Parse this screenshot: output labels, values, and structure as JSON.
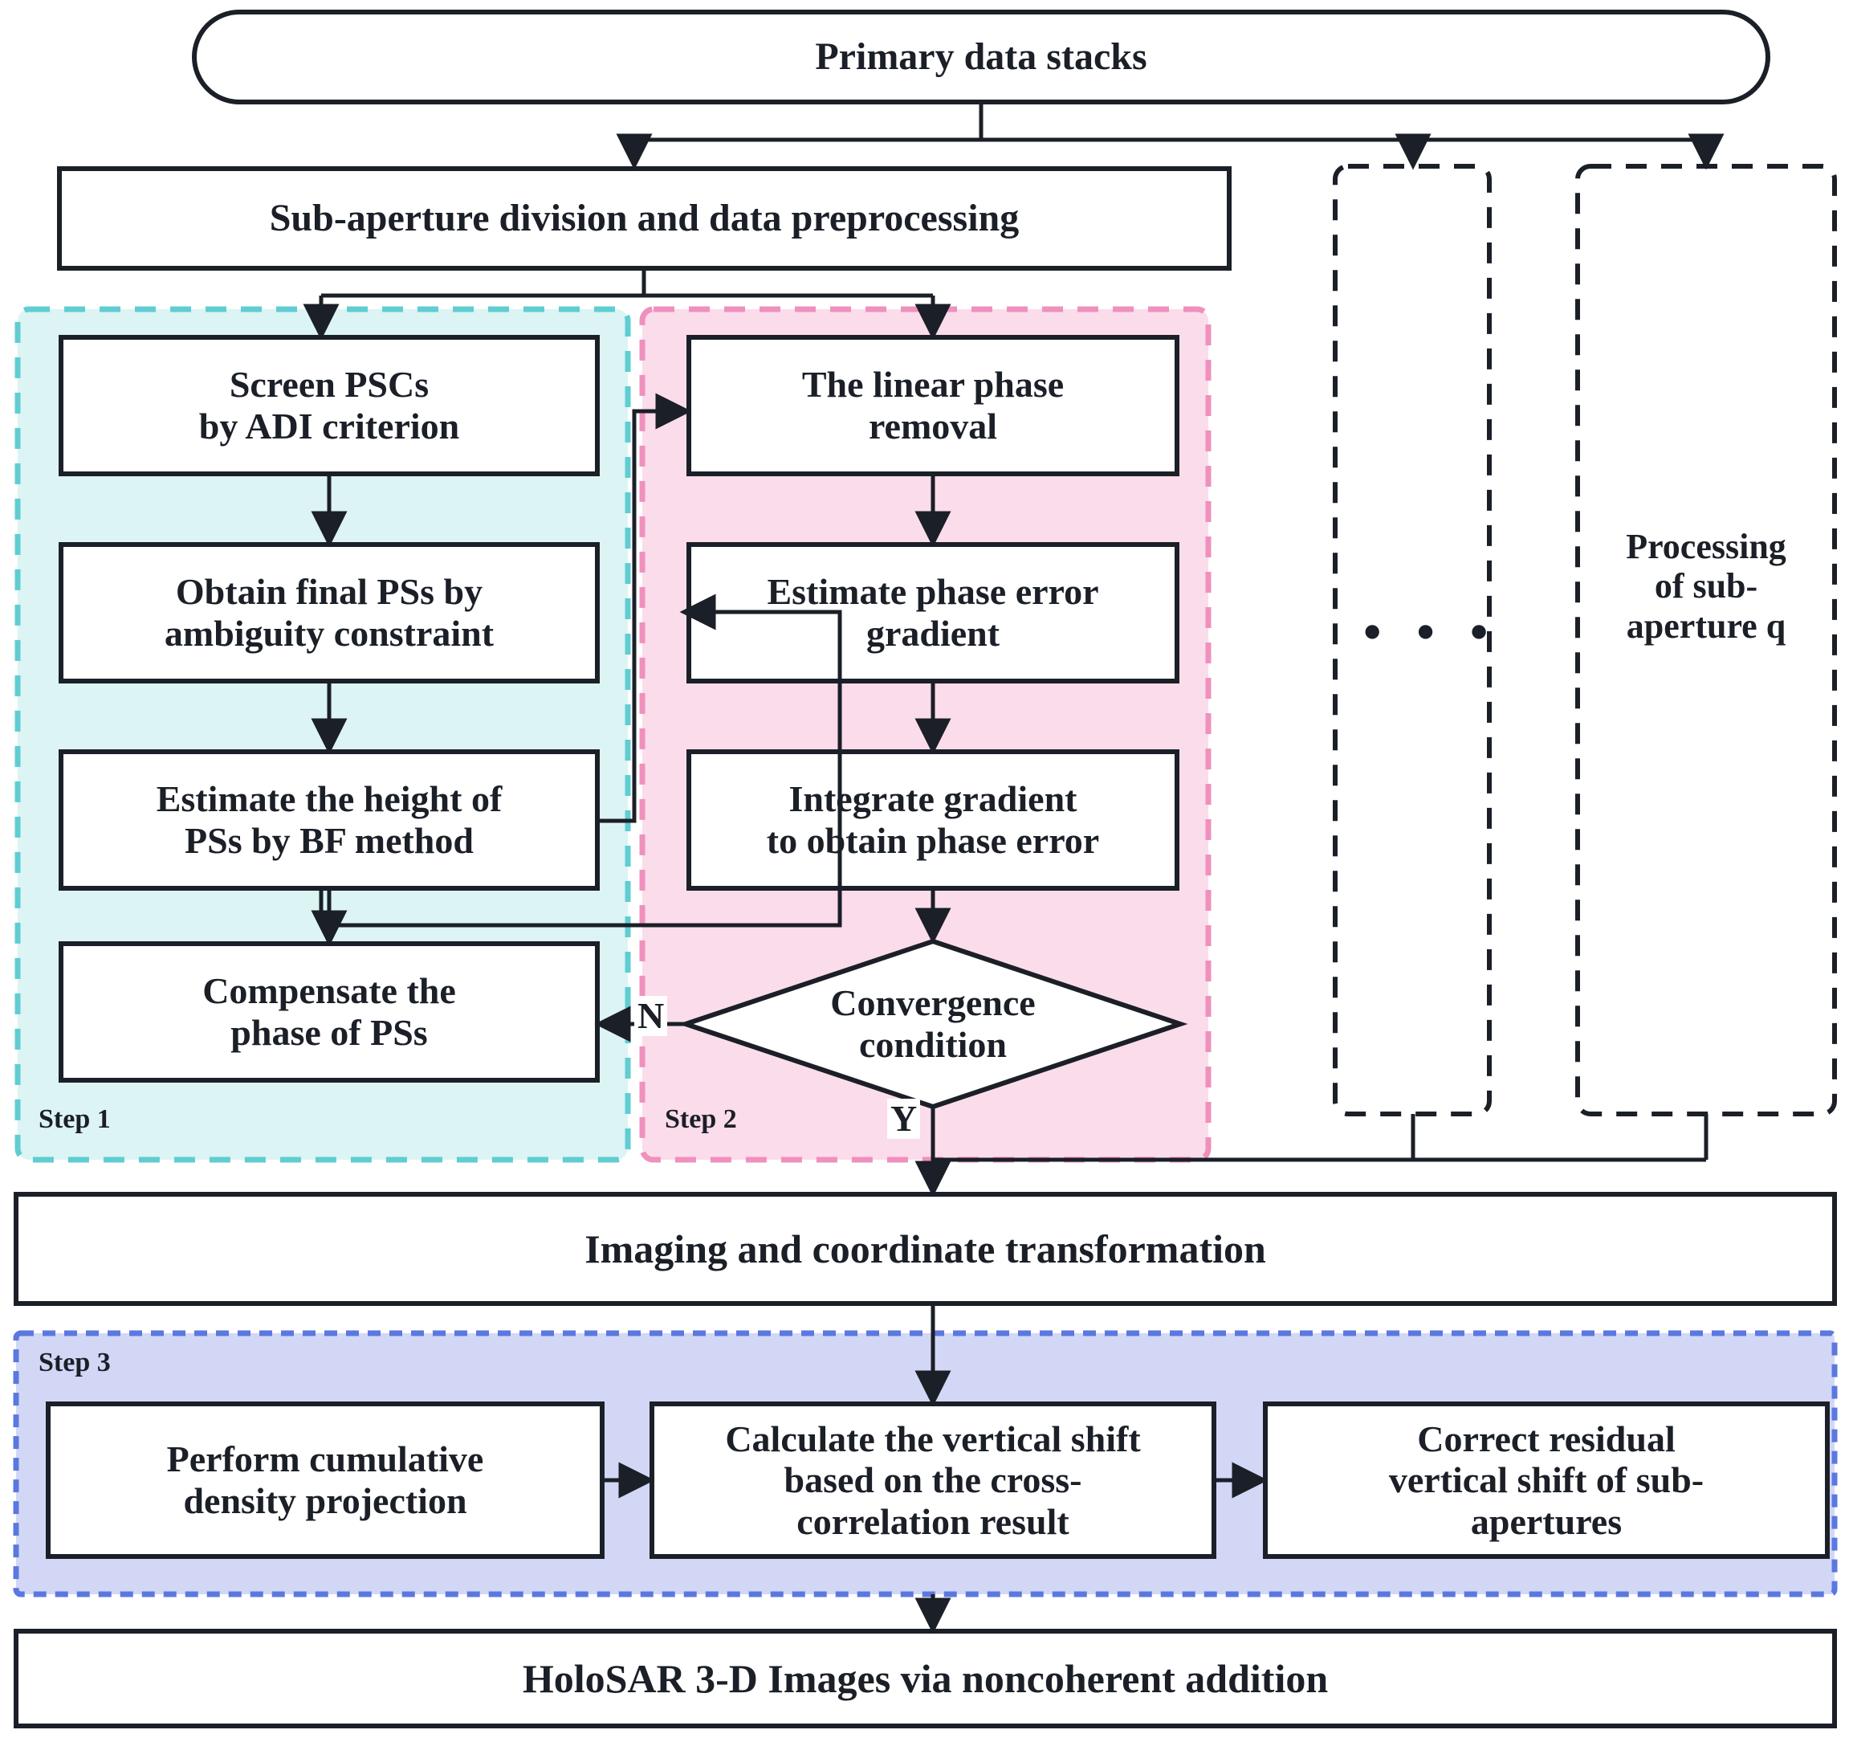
{
  "diagram": {
    "title_flow": "HoloSAR sub-aperture processing flowchart",
    "nodes": {
      "primary": "Primary data stacks",
      "preprocess": "Sub-aperture division and data preprocessing",
      "screen_psc": "Screen PSCs\nby ADI criterion",
      "obtain_ps": "Obtain final PSs by\nambiguity constraint",
      "estimate_height": "Estimate the height of\nPSs by BF method",
      "compensate": "Compensate the\nphase of PSs",
      "linear_phase": "The linear phase\nremoval",
      "estimate_grad": "Estimate phase error\ngradient",
      "integrate_grad": "Integrate gradient\nto obtain phase error",
      "convergence": "Convergence\ncondition",
      "processing_q": "Processing\nof sub-\naperture q",
      "ellipsis": "• • •",
      "imaging": "Imaging and coordinate transformation",
      "cumulative": "Perform cumulative\ndensity projection",
      "vertical_shift": "Calculate the vertical shift\nbased on the cross-\ncorrelation result",
      "correct_residual": "Correct residual\nvertical shift of sub-\napertures",
      "holosar": "HoloSAR 3-D Images via noncoherent addition"
    },
    "group_labels": {
      "step1": "Step 1",
      "step2": "Step 2",
      "step3": "Step 3"
    },
    "branch_labels": {
      "no": "N",
      "yes": "Y"
    },
    "colors": {
      "step1_fill": "#dcf4f3",
      "step1_border": "#5fcdd2",
      "step2_fill": "#fbdceb",
      "step2_border": "#ef90bd",
      "step3_fill": "#d3d7f6",
      "step3_border": "#5b78e0",
      "line": "#1b1f27",
      "box_fill": "#ffffff"
    }
  }
}
